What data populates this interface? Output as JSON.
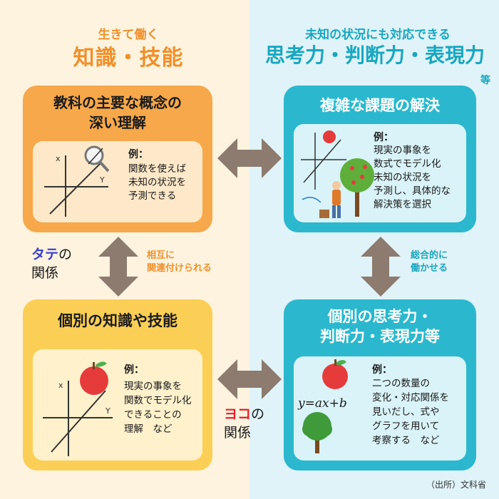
{
  "left_header": {
    "subtitle": "生きて働く",
    "title": "知識・技能"
  },
  "right_header": {
    "subtitle": "未知の状況にも対応できる",
    "title": "思考力・判断力・表現力",
    "suffix": "等"
  },
  "boxes": {
    "top_left": {
      "title_line1": "教科の主要な概念の",
      "title_line2": "深い理解",
      "example_label": "例：",
      "example_text": "関数を使えば\n未知の状況を\n予測できる"
    },
    "top_right": {
      "title": "複雑な課題の解決",
      "example_label": "例：",
      "example_text": "現実の事象を\n数式でモデル化\n未知の状況を\n予測し、具体的な\n解決策を選択"
    },
    "bottom_left": {
      "title": "個別の知識や技能",
      "example_label": "例：",
      "example_text": "現実の事象を\n関数でモデル化\nできることの\n理解　など"
    },
    "bottom_right": {
      "title_line1": "個別の思考力・",
      "title_line2": "判断力・表現力等",
      "example_label": "例：",
      "example_text": "二つの数量の\n変化・対応関係を\n見いだし、式や\nグラフを用いて\n考察する　など",
      "formula": "y=ax+b"
    }
  },
  "relations": {
    "tate_word": "タテ",
    "tate_no": "の",
    "tate_kankei": "関係",
    "tate_note": "相互に\n関連付けられる",
    "yoko_word": "ヨコ",
    "yoko_no": "の",
    "yoko_kankei": "関係",
    "right_note": "総合的に\n働かせる"
  },
  "axis_labels": {
    "x": "x",
    "y": "Y"
  },
  "source": "（出所）文科省",
  "colors": {
    "orange": "#f6a84a",
    "yellow": "#fbcf56",
    "teal": "#2bb8ce",
    "arrow": "#8c7b6e",
    "tate_accent": "#3b3ec9",
    "yoko_accent": "#e8202a"
  }
}
